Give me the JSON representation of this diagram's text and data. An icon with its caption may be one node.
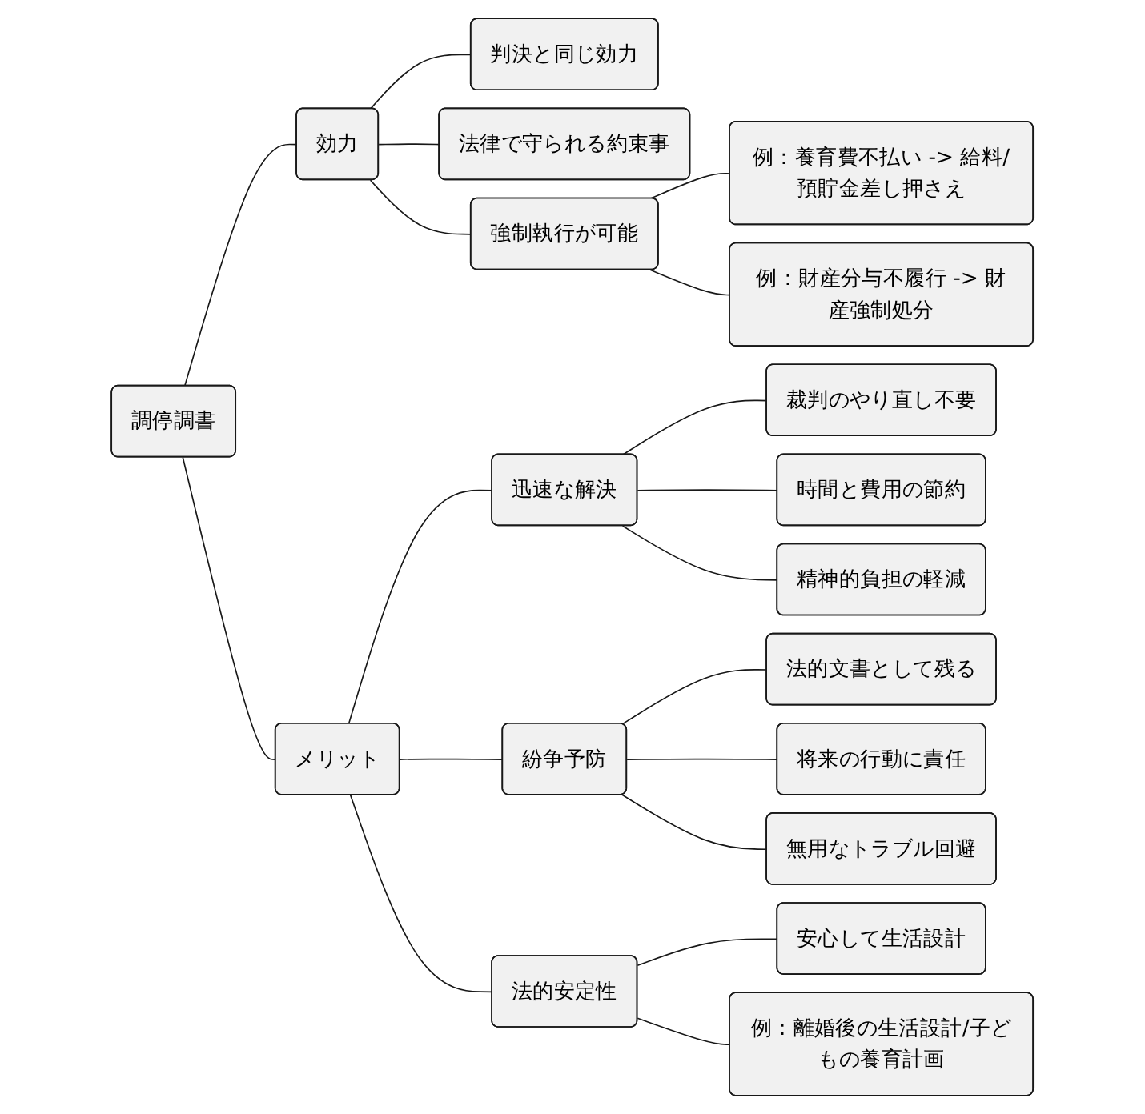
{
  "diagram": {
    "nodes": [
      {
        "text": [
          "調停調書"
        ]
      },
      {
        "text": [
          "効力"
        ]
      },
      {
        "text": [
          "判決と同じ効力"
        ]
      },
      {
        "text": [
          "法律で守られる約束事"
        ]
      },
      {
        "text": [
          "強制執行が可能"
        ]
      },
      {
        "text": [
          "例：養育費不払い -> 給料/預貯金差し押さえ"
        ]
      },
      {
        "text": [
          "例：財産分与不履行 -> 財産強制処分"
        ]
      },
      {
        "text": [
          "メリット"
        ]
      },
      {
        "text": [
          "迅速な解決"
        ]
      },
      {
        "text": [
          "裁判のやり直し不要"
        ]
      },
      {
        "text": [
          "時間と費用の節約"
        ]
      },
      {
        "text": [
          "精神的負担の軽減"
        ]
      },
      {
        "text": [
          "紛争予防"
        ]
      },
      {
        "text": [
          "法的文書として残る"
        ]
      },
      {
        "text": [
          "将来の行動に責任"
        ]
      },
      {
        "text": [
          "無用なトラブル回避"
        ]
      },
      {
        "text": [
          "法的安定性"
        ]
      },
      {
        "text": [
          "安心して生活設計"
        ]
      },
      {
        "text": [
          "例：離婚後の生活設計/子どもの養育計画"
        ]
      }
    ],
    "edges": [
      {
        "from": 0,
        "to": 1,
        "arrow": "none"
      },
      {
        "from": 1,
        "to": 2,
        "arrow": "none"
      },
      {
        "from": 1,
        "to": 3,
        "arrow": "none"
      },
      {
        "from": 1,
        "to": 4,
        "arrow": "none"
      },
      {
        "from": 4,
        "to": 5,
        "arrow": "none"
      },
      {
        "from": 4,
        "to": 6,
        "arrow": "none"
      },
      {
        "from": 0,
        "to": 7,
        "arrow": "none"
      },
      {
        "from": 7,
        "to": 8,
        "arrow": "none"
      },
      {
        "from": 8,
        "to": 9,
        "arrow": "none"
      },
      {
        "from": 8,
        "to": 10,
        "arrow": "none"
      },
      {
        "from": 8,
        "to": 11,
        "arrow": "none"
      },
      {
        "from": 7,
        "to": 12,
        "arrow": "none"
      },
      {
        "from": 12,
        "to": 13,
        "arrow": "none"
      },
      {
        "from": 12,
        "to": 14,
        "arrow": "none"
      },
      {
        "from": 12,
        "to": 15,
        "arrow": "none"
      },
      {
        "from": 7,
        "to": 16,
        "arrow": "none"
      },
      {
        "from": 16,
        "to": 17,
        "arrow": "none"
      },
      {
        "from": 16,
        "to": 18,
        "arrow": "none"
      }
    ]
  }
}
